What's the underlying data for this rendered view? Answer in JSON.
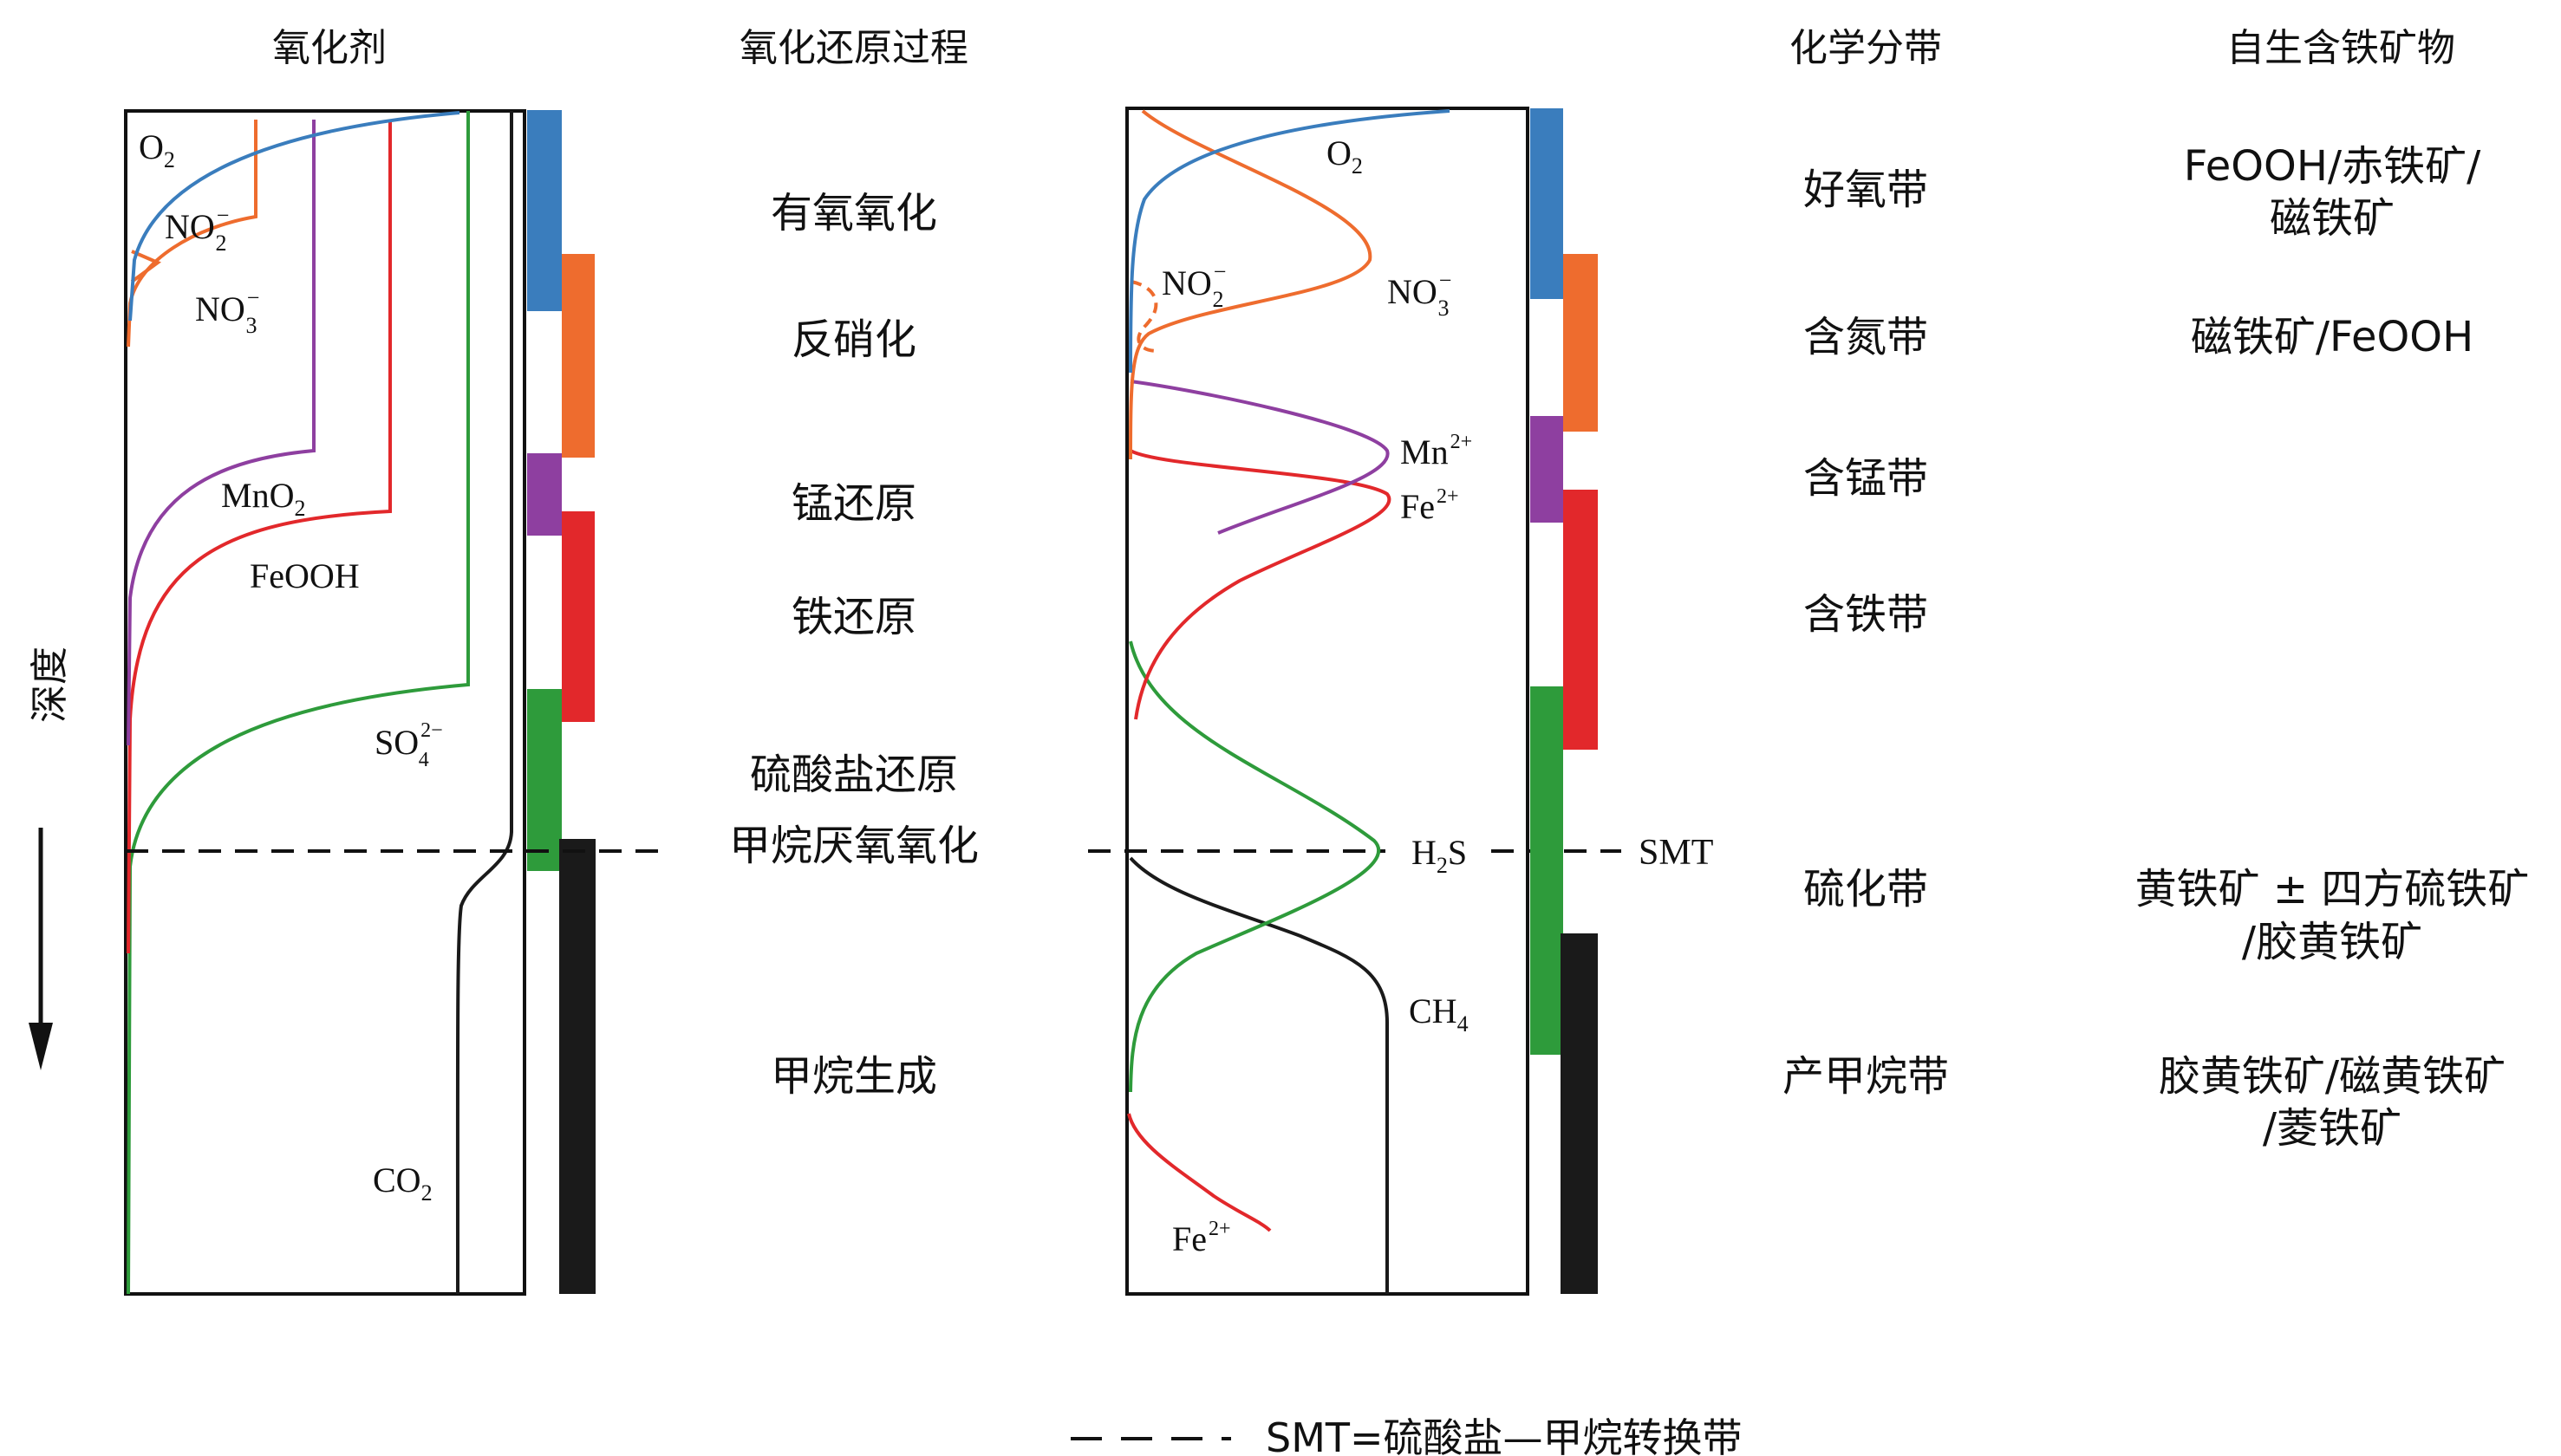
{
  "headers": {
    "oxidant": "氧化剂",
    "redox_process": "氧化还原过程",
    "chemical_zone": "化学分带",
    "authigenic_iron_minerals": "自生含铁矿物"
  },
  "depth_axis": {
    "label": "深度"
  },
  "colors": {
    "o2": "#3a7dbd",
    "nitrate": "#ee6c2e",
    "manganese": "#8e3fa0",
    "iron": "#e2282b",
    "sulfate": "#2e9b3b",
    "methane": "#1a1a1a",
    "frame": "#111111"
  },
  "left_panel": {
    "labels": {
      "o2_base": "O",
      "o2_sub": "2",
      "no2_base": "NO",
      "no2_sub": "2",
      "no2_sup": "−",
      "no3_base": "NO",
      "no3_sub": "3",
      "no3_sup": "−",
      "mno2_base": "MnO",
      "mno2_sub": "2",
      "feooh": "FeOOH",
      "so4_base": "SO",
      "so4_sub": "4",
      "so4_sup": "2−",
      "co2_base": "CO",
      "co2_sub": "2"
    }
  },
  "processes": {
    "aerobic_oxidation": "有氧氧化",
    "denitrification": "反硝化",
    "manganese_reduction": "锰还原",
    "iron_reduction": "铁还原",
    "sulfate_reduction": "硫酸盐还原",
    "anaerobic_methane_oxidation": "甲烷厌氧氧化",
    "methanogenesis": "甲烷生成"
  },
  "right_panel": {
    "labels": {
      "o2_base": "O",
      "o2_sub": "2",
      "no2_base": "NO",
      "no2_sub": "2",
      "no2_sup": "−",
      "no3_base": "NO",
      "no3_sub": "3",
      "no3_sup": "−",
      "mn_base": "Mn",
      "mn_sup": "2+",
      "fe_base": "Fe",
      "fe_sup": "2+",
      "h2s_h": "H",
      "h2s_sub": "2",
      "h2s_s": "S",
      "ch4_base": "CH",
      "ch4_sub": "4",
      "fe_bottom_base": "Fe",
      "fe_bottom_sup": "2+"
    },
    "smt_label": "SMT"
  },
  "zones": {
    "oxic": "好氧带",
    "nitrogenous": "含氮带",
    "manganous": "含锰带",
    "ferruginous": "含铁带",
    "sulfidic": "硫化带",
    "methanogenic": "产甲烷带"
  },
  "minerals": {
    "oxic_line1": "FeOOH/赤铁矿/",
    "oxic_line2": "磁铁矿",
    "nitrogenous": "磁铁矿/FeOOH",
    "sulfidic_line1": "黄铁矿 ± 四方硫铁矿",
    "sulfidic_line2": "/胶黄铁矿",
    "methanogenic_line1": "胶黄铁矿/磁黄铁矿",
    "methanogenic_line2": "/菱铁矿"
  },
  "legend": {
    "smt_definition": "SMT=硫酸盐—甲烷转换带"
  }
}
